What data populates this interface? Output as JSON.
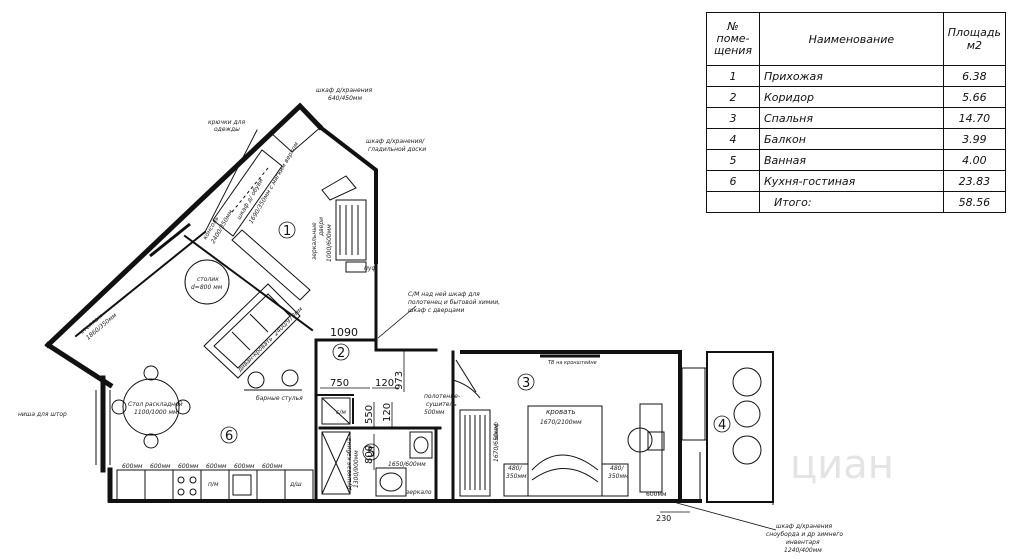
{
  "table": {
    "header": {
      "no": "№ поме- щения",
      "name": "Наименование",
      "area": "Площадь м2"
    },
    "rows": [
      {
        "no": "1",
        "name": "Прихожая",
        "area": "6.38"
      },
      {
        "no": "2",
        "name": "Коридор",
        "area": "5.66"
      },
      {
        "no": "3",
        "name": "Спальня",
        "area": "14.70"
      },
      {
        "no": "4",
        "name": "Балкон",
        "area": "3.99"
      },
      {
        "no": "5",
        "name": "Ванная",
        "area": "4.00"
      },
      {
        "no": "6",
        "name": "Кухня-гостиная",
        "area": "23.83"
      }
    ],
    "total": {
      "label": "Итого:",
      "area": "58.56"
    }
  },
  "rooms": {
    "r1": "1",
    "r2": "2",
    "r3": "3",
    "r4": "4",
    "r5": "5",
    "r6": "6"
  },
  "labels": {
    "wardrobe_top": "шкаф д/хранения",
    "wardrobe_top_size": "640/450мм",
    "hooks": "крючки для",
    "hooks2": "одежды",
    "wardrobe_ironing": "шкаф д/хранения/",
    "wardrobe_ironing2": "гладильной доски",
    "shoe_cabinet": "шкаф д/ обуви",
    "shoe_cabinet2": "1690/350мм с мягким верхом",
    "console": "консоль",
    "console_size": "2400/350мм",
    "mirror_doors": "зеркальные",
    "mirror_doors2": "двери",
    "mirror_doors_size": "1000/600мм",
    "pouf": "пуф",
    "rack": "стеллаж",
    "rack_size": "1860/350мм",
    "coffee_table": "столик",
    "coffee_table_size": "d=800 мм",
    "sofa": "диван-кровать",
    "sofa_size": "2400/970мм",
    "bar_stools": "барные стулья",
    "dining_table": "Стол раскладной",
    "dining_table_size": "1100/1000 мм",
    "curtain_niche": "ниша для штор",
    "wm_note": "С/М над ней шкаф для",
    "wm_note2": "полотенец и бытовой химии,",
    "wm_note3": "шкаф с дверцами",
    "towel_dryer": "полотенце-",
    "towel_dryer2": "сушитель",
    "towel_dryer_size": "500мм",
    "shower": "душевая кабина",
    "shower_size": "1300/900мм",
    "sink_size": "1650/600мм",
    "mirror": "зеркало",
    "sm": "с/м",
    "bed": "кровать",
    "bed_size": "1670/2100мм",
    "wardrobe_bed": "шкаф",
    "wardrobe_bed_size": "1670/650мм",
    "nightstand_l": "480/",
    "nightstand_l2": "350мм",
    "nightstand_r": "480/",
    "nightstand_r2": "350мм",
    "tv_bracket": "ТВ на кронштейне",
    "balcony_storage": "шкаф д/хранения",
    "balcony_storage2": "сноуборда и др зимнего",
    "balcony_storage3": "инвентаря",
    "balcony_storage_size": "1240/400мм",
    "kitchen_modules": [
      "600мм",
      "600мм",
      "600мм",
      "600мм",
      "600мм",
      "600мм"
    ],
    "pm": "п/м",
    "dsh": "д/ш",
    "watermark": "циан"
  },
  "dimensions": {
    "d1090": "1090",
    "d750": "750",
    "d120a": "120",
    "d973": "973",
    "d550": "550",
    "d120b": "120",
    "d800": "800",
    "d230": "230",
    "d600": "600мм"
  }
}
